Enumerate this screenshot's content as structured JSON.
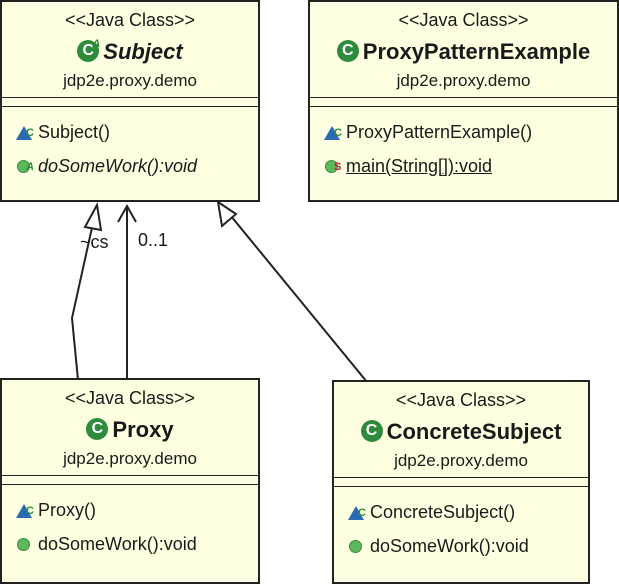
{
  "classes": {
    "subject": {
      "stereotype": "<<Java Class>>",
      "name": "Subject",
      "package": "jdp2e.proxy.demo",
      "icon_badge": "A",
      "ops": [
        {
          "text": "Subject()",
          "marker": "C"
        },
        {
          "text": "doSomeWork():void",
          "marker": "A"
        }
      ]
    },
    "example": {
      "stereotype": "<<Java Class>>",
      "name": "ProxyPatternExample",
      "package": "jdp2e.proxy.demo",
      "ops": [
        {
          "text": "ProxyPatternExample()",
          "marker": "C"
        },
        {
          "text": "main(String[]):void",
          "marker": "S"
        }
      ]
    },
    "proxy": {
      "stereotype": "<<Java Class>>",
      "name": "Proxy",
      "package": "jdp2e.proxy.demo",
      "ops": [
        {
          "text": "Proxy()",
          "marker": "C"
        },
        {
          "text": "doSomeWork():void",
          "marker": ""
        }
      ]
    },
    "concrete": {
      "stereotype": "<<Java Class>>",
      "name": "ConcreteSubject",
      "package": "jdp2e.proxy.demo",
      "ops": [
        {
          "text": "ConcreteSubject()",
          "marker": "C"
        },
        {
          "text": "doSomeWork():void",
          "marker": ""
        }
      ]
    }
  },
  "labels": {
    "role": "~cs",
    "multiplicity": "0..1"
  },
  "icon_letter": "C",
  "colors": {
    "class_fill": "#ffffe1",
    "class_icon": "#2e8b3c",
    "constructor_marker": "#2a6ab2",
    "method_marker": "#5cb85c",
    "static_badge": "#c81a3c"
  }
}
